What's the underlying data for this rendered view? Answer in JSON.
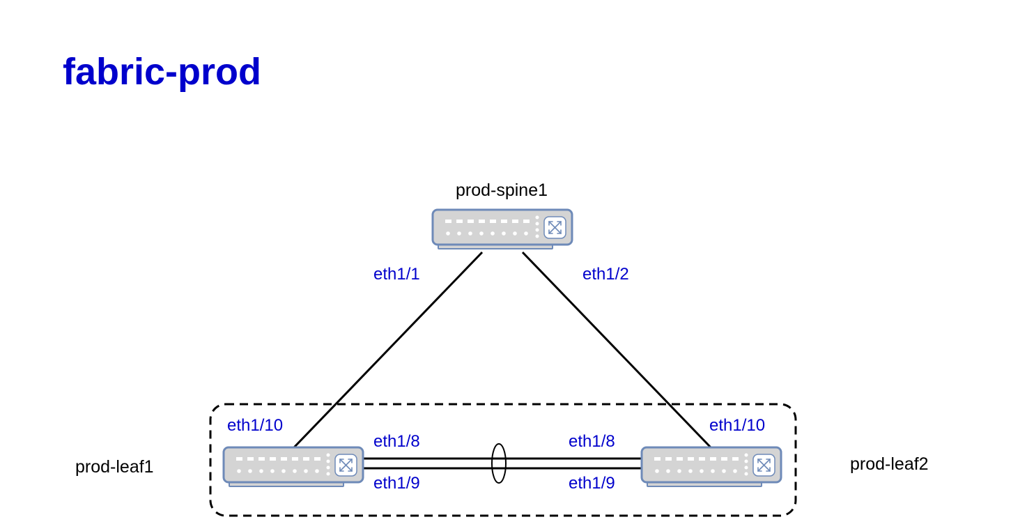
{
  "title": "fabric-prod",
  "colors": {
    "title": "#0000cc",
    "port_label": "#0000cc",
    "node_label": "#000000",
    "link": "#000000",
    "switch_body": "#d4d4d4",
    "switch_border": "#6e8ab8",
    "switch_port": "#ffffff"
  },
  "nodes": {
    "spine1": {
      "label": "prod-spine1",
      "icon": "switch-icon"
    },
    "leaf1": {
      "label": "prod-leaf1",
      "icon": "switch-icon"
    },
    "leaf2": {
      "label": "prod-leaf2",
      "icon": "switch-icon"
    }
  },
  "links": {
    "spine1_leaf1": {
      "spine_port": "eth1/1",
      "leaf_port": "eth1/10"
    },
    "spine1_leaf2": {
      "spine_port": "eth1/2",
      "leaf_port": "eth1/10"
    },
    "leaf1_leaf2_a": {
      "leaf1_port": "eth1/8",
      "leaf2_port": "eth1/8"
    },
    "leaf1_leaf2_b": {
      "leaf1_port": "eth1/9",
      "leaf2_port": "eth1/9"
    }
  },
  "groups": {
    "vpc_domain": {
      "style": "dashed"
    },
    "port_channel": {
      "style": "ellipse"
    }
  }
}
